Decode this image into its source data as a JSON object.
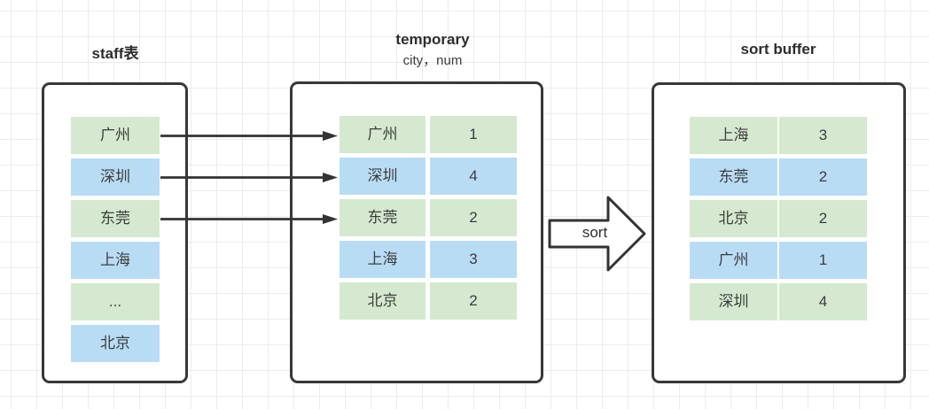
{
  "colors": {
    "green": "#d4e9cf",
    "blue": "#b9dcf5",
    "border": "#383838",
    "arrow": "#333333"
  },
  "panels": {
    "staff": {
      "title": "staff表",
      "rows": [
        {
          "city": "广州",
          "color": "green"
        },
        {
          "city": "深圳",
          "color": "blue"
        },
        {
          "city": "东莞",
          "color": "green"
        },
        {
          "city": "上海",
          "color": "blue"
        },
        {
          "city": "...",
          "color": "green"
        },
        {
          "city": "北京",
          "color": "blue"
        }
      ]
    },
    "temporary": {
      "title": "temporary",
      "subtitle": "city，num",
      "rows": [
        {
          "city": "广州",
          "num": "1",
          "color": "green"
        },
        {
          "city": "深圳",
          "num": "4",
          "color": "blue"
        },
        {
          "city": "东莞",
          "num": "2",
          "color": "green"
        },
        {
          "city": "上海",
          "num": "3",
          "color": "blue"
        },
        {
          "city": "北京",
          "num": "2",
          "color": "green"
        }
      ]
    },
    "sort_buffer": {
      "title": "sort buffer",
      "rows": [
        {
          "city": "上海",
          "num": "3",
          "color": "green"
        },
        {
          "city": "东莞",
          "num": "2",
          "color": "blue"
        },
        {
          "city": "北京",
          "num": "2",
          "color": "green"
        },
        {
          "city": "广州",
          "num": "1",
          "color": "blue"
        },
        {
          "city": "深圳",
          "num": "4",
          "color": "green"
        }
      ]
    }
  },
  "sort_arrow": {
    "label": "sort"
  }
}
